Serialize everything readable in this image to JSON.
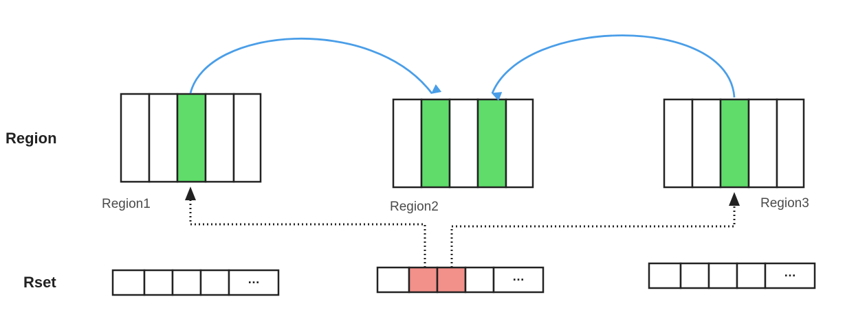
{
  "row_labels": {
    "region": "Region",
    "rset": "Rset"
  },
  "colors": {
    "empty": "#ffffff",
    "referenced": "#5fdc6a",
    "rset_marked": "#f2908a",
    "arrow": "#4a9ee8",
    "dotted": "#222222"
  },
  "regions": [
    {
      "name": "Region1",
      "cells": [
        "empty",
        "empty",
        "referenced",
        "empty",
        "empty"
      ]
    },
    {
      "name": "Region2",
      "cells": [
        "empty",
        "referenced",
        "empty",
        "referenced",
        "empty"
      ]
    },
    {
      "name": "Region3",
      "cells": [
        "empty",
        "empty",
        "referenced",
        "empty",
        "empty"
      ]
    }
  ],
  "rsets": [
    {
      "cells": [
        "",
        "",
        "",
        "",
        "…"
      ],
      "marked": [
        false,
        false,
        false,
        false,
        false
      ]
    },
    {
      "cells": [
        "",
        "",
        "",
        "",
        "…"
      ],
      "marked": [
        false,
        true,
        true,
        false,
        false
      ]
    },
    {
      "cells": [
        "",
        "",
        "",
        "",
        "…"
      ],
      "marked": [
        false,
        false,
        false,
        false,
        false
      ]
    }
  ]
}
